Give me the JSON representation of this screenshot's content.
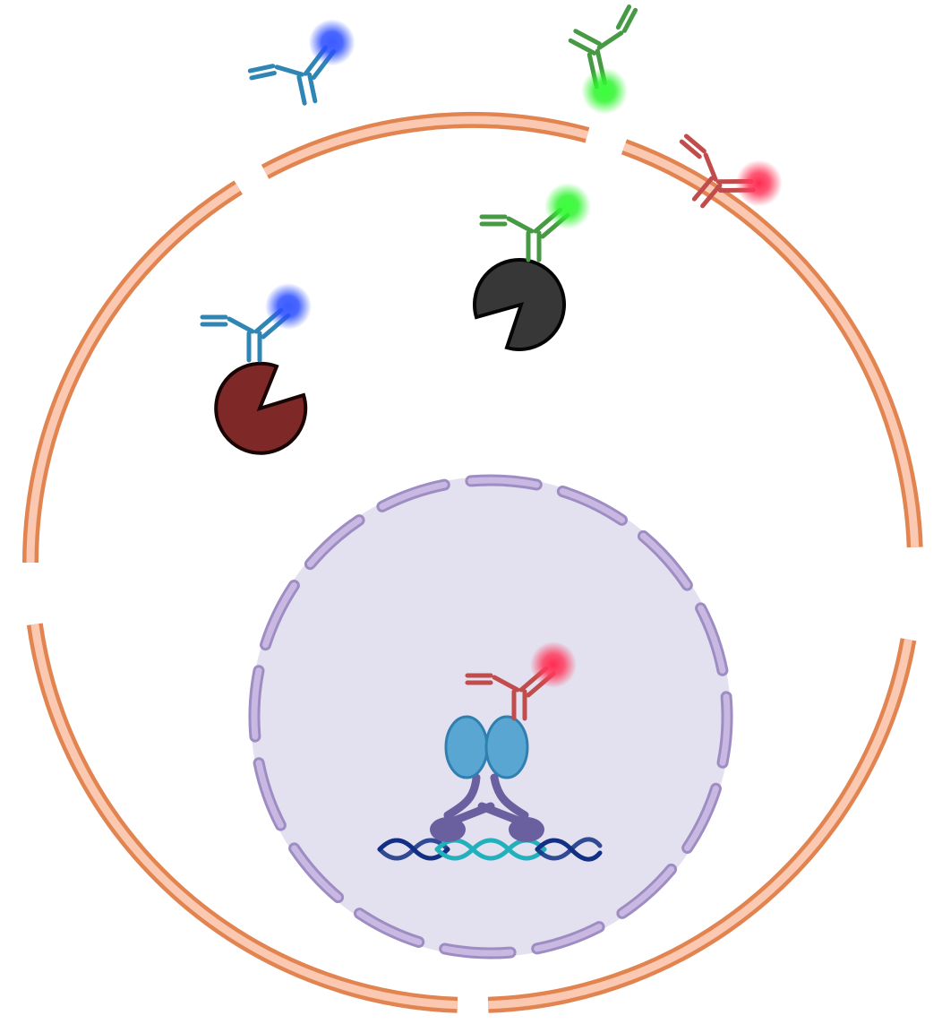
{
  "diagram": {
    "colors": {
      "background": "#ffffff",
      "membrane_outer": "#e28450",
      "membrane_inner": "#fbc8b2",
      "nucleus_fill": "#e3e1ef",
      "nuclear_envelope_fill": "#c8b8e2",
      "nuclear_envelope_stroke": "#9d8dc3",
      "antibody_blue": "#2f86b5",
      "antibody_green": "#469a43",
      "antibody_red": "#c14c4c",
      "glow_blue": "#1f48ff",
      "glow_green": "#2ef52e",
      "glow_red": "#ff2850",
      "protein_dark_red": "#7e2828",
      "protein_dark_gray": "#373737",
      "tf_blue": "#5aa6d2",
      "tf_purple": "#6a5f9f",
      "dna_dark": "#122f84",
      "dna_teal": "#22b0bc"
    },
    "labels": {
      "cell_membrane": "cell-membrane",
      "nucleus": "nucleus",
      "antigen_dark_red": "cytoplasmic-antigen-dark-red",
      "antigen_dark_gray": "cytoplasmic-antigen-dark-gray",
      "transcription_factor": "transcription-factor-on-dna"
    }
  }
}
